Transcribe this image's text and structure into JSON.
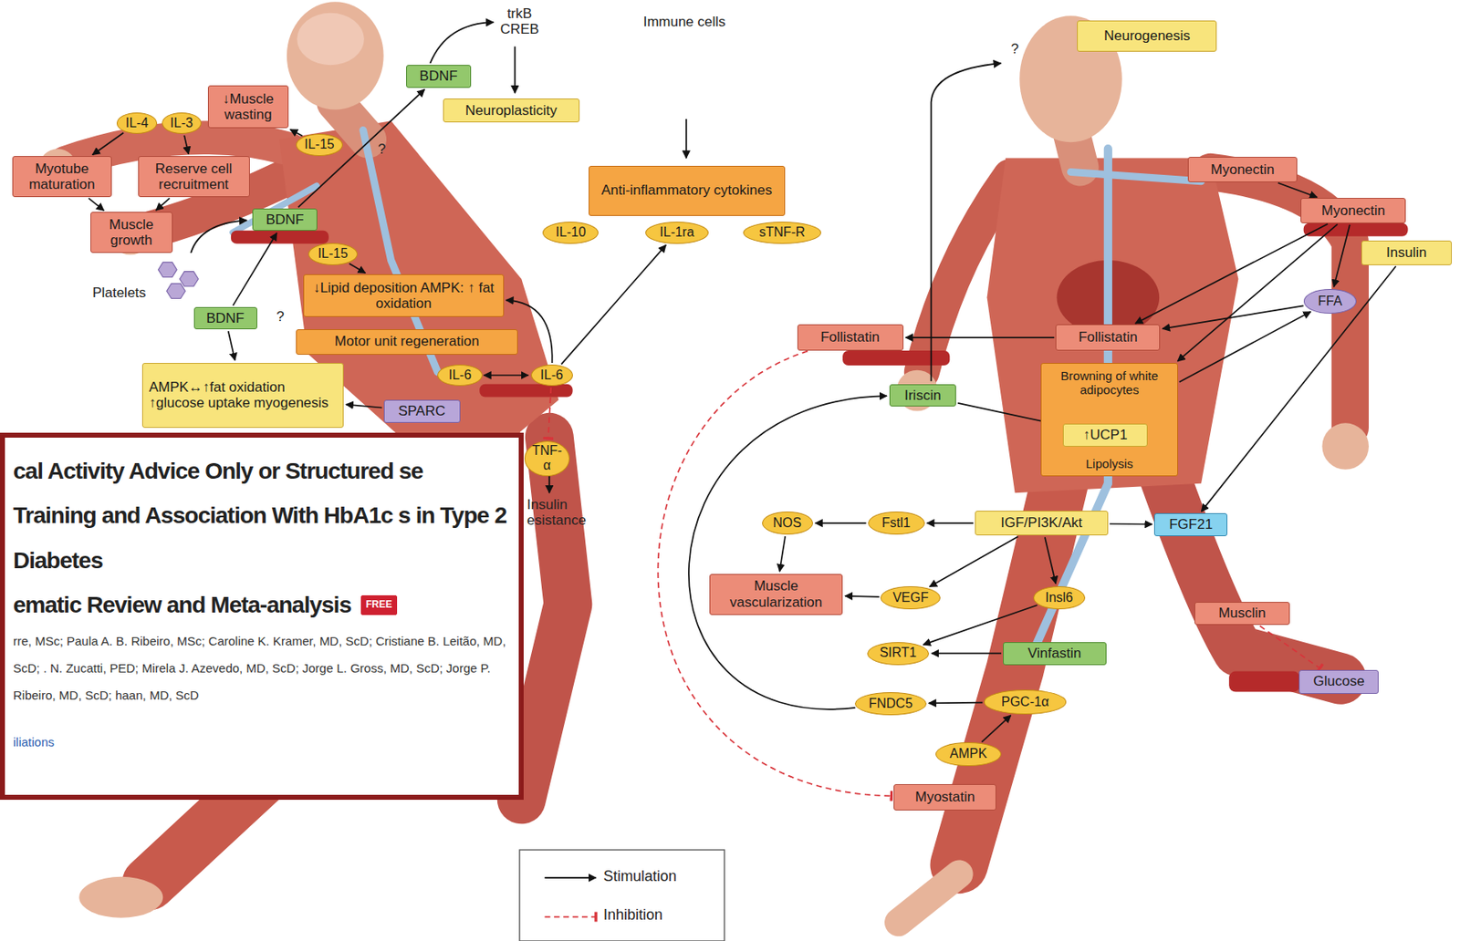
{
  "diagram": {
    "nodes": [
      {
        "text": [
          "BDNF"
        ]
      },
      {
        "text": [
          "Neuroplasticity"
        ]
      },
      {
        "text": [
          "↓Muscle wasting"
        ]
      },
      {
        "text": [
          "IL-4"
        ]
      },
      {
        "text": [
          "IL-3"
        ]
      },
      {
        "text": [
          "IL-15"
        ]
      },
      {
        "text": [
          "Myotube maturation"
        ]
      },
      {
        "text": [
          "Reserve cell recruitment"
        ]
      },
      {
        "text": [
          "Muscle growth"
        ]
      },
      {
        "text": [
          "BDNF"
        ]
      },
      {
        "text": [
          "IL-15"
        ]
      },
      {
        "text": [
          "BDNF"
        ]
      },
      {
        "text": [
          "↓Lipid deposition AMPK: ↑ fat oxidation"
        ]
      },
      {
        "text": [
          "Motor unit regeneration"
        ]
      },
      {
        "text": [
          "AMPK↔↑fat oxidation ↑glucose uptake myogenesis"
        ]
      },
      {
        "text": [
          "IL-6"
        ]
      },
      {
        "text": [
          "IL-6"
        ]
      },
      {
        "text": [
          "SPARC"
        ]
      },
      {
        "text": [
          "TNF-α"
        ]
      },
      {
        "text": [
          "Anti-inflammatory cytokines"
        ]
      },
      {
        "text": [
          "IL-10"
        ]
      },
      {
        "text": [
          "IL-1ra"
        ]
      },
      {
        "text": [
          "sTNF-R"
        ]
      },
      {
        "text": [
          "cal Activity Advice Only or Structured se Training and Association With HbA1c s in Type 2 Diabetes",
          "ematic Review and Meta-analysis",
          "rre, MSc; Paula A. B. Ribeiro, MSc; Caroline K. Kramer, MD, ScD; Cristiane B. Leitão, MD, ScD; . N. Zucatti, PED; Mirela J. Azevedo, MD, ScD; Jorge L. Gross, MD, ScD; Jorge P. Ribeiro, MD, ScD; haan, MD, ScD",
          "iliations"
        ]
      },
      {
        "text": [
          "FREE"
        ],
        "in": 23
      },
      {
        "text": [
          "Neurogenesis"
        ]
      },
      {
        "text": [
          "Myonectin"
        ]
      },
      {
        "text": [
          "Myonectin"
        ]
      },
      {
        "text": [
          "Insulin"
        ]
      },
      {
        "text": [
          "FFA"
        ]
      },
      {
        "text": [
          "Follistatin"
        ]
      },
      {
        "text": [
          "Follistatin"
        ]
      },
      {
        "text": [
          "Browning of white adipocytes",
          "Lipolysis"
        ]
      },
      {
        "text": [
          "↑UCP1"
        ],
        "in": 32
      },
      {
        "text": [
          "Iriscin"
        ]
      },
      {
        "text": [
          "NOS"
        ]
      },
      {
        "text": [
          "Fstl1"
        ]
      },
      {
        "text": [
          "IGF/PI3K/Akt"
        ]
      },
      {
        "text": [
          "FGF21"
        ]
      },
      {
        "text": [
          "Muscle vascularization"
        ]
      },
      {
        "text": [
          "VEGF"
        ]
      },
      {
        "text": [
          "Insl6"
        ]
      },
      {
        "text": [
          "Musclin"
        ]
      },
      {
        "text": [
          "SIRT1"
        ]
      },
      {
        "text": [
          "Vinfastin"
        ]
      },
      {
        "text": [
          "Glucose"
        ]
      },
      {
        "text": [
          "FNDC5"
        ]
      },
      {
        "text": [
          "PGC-1α"
        ]
      },
      {
        "text": [
          "AMPK"
        ]
      },
      {
        "text": [
          "Myostatin"
        ]
      }
    ],
    "edges": [
      {
        "from": 9,
        "to": 0,
        "arrow": "to"
      },
      {
        "from": 5,
        "to": 2,
        "arrow": "to"
      },
      {
        "from": 3,
        "to": 6,
        "arrow": "to"
      },
      {
        "from": 4,
        "to": 7,
        "arrow": "to"
      },
      {
        "from": 6,
        "to": 8,
        "arrow": "to"
      },
      {
        "from": 7,
        "to": 8,
        "arrow": "to"
      },
      {
        "from": 11,
        "to": 9,
        "arrow": "to"
      },
      {
        "from": 11,
        "to": 14,
        "arrow": "to"
      },
      {
        "from": 10,
        "to": 12,
        "arrow": "to"
      },
      {
        "from": 16,
        "to": 12,
        "arrow": "to"
      },
      {
        "from": 16,
        "to": 21,
        "arrow": "to"
      },
      {
        "from": 15,
        "to": 16,
        "arrow": "both"
      },
      {
        "from": 16,
        "to": 18,
        "arrow": "to"
      },
      {
        "from": 17,
        "to": 14,
        "arrow": "to"
      },
      {
        "from": 26,
        "to": 27,
        "arrow": "to"
      },
      {
        "from": 27,
        "to": 31,
        "arrow": "to"
      },
      {
        "from": 27,
        "to": 32,
        "arrow": "to"
      },
      {
        "from": 27,
        "to": 29,
        "arrow": "to"
      },
      {
        "from": 28,
        "to": 38,
        "arrow": "to"
      },
      {
        "from": 29,
        "to": 31,
        "arrow": "to"
      },
      {
        "from": 32,
        "to": 29,
        "arrow": "to"
      },
      {
        "from": 31,
        "to": 30,
        "arrow": "to"
      },
      {
        "from": 30,
        "to": 49,
        "arrow": "to"
      },
      {
        "from": 46,
        "to": 34,
        "arrow": "to"
      },
      {
        "from": 34,
        "to": 33,
        "arrow": "to"
      },
      {
        "from": 36,
        "to": 35,
        "arrow": "to"
      },
      {
        "from": 35,
        "to": 39,
        "arrow": "to"
      },
      {
        "from": 37,
        "to": 36,
        "arrow": "to"
      },
      {
        "from": 37,
        "to": 40,
        "arrow": "to"
      },
      {
        "from": 40,
        "to": 39,
        "arrow": "to"
      },
      {
        "from": 37,
        "to": 38,
        "arrow": "to"
      },
      {
        "from": 37,
        "to": 41,
        "arrow": "to"
      },
      {
        "from": 41,
        "to": 43,
        "arrow": "to"
      },
      {
        "from": 44,
        "to": 43,
        "arrow": "to"
      },
      {
        "from": 47,
        "to": 46,
        "arrow": "to"
      },
      {
        "from": 48,
        "to": 47,
        "arrow": "to"
      },
      {
        "from": 42,
        "to": 45,
        "arrow": "to"
      }
    ],
    "labels": [
      "trkB CREB",
      "Immune cells",
      "?",
      "Platelets",
      "?",
      "Insulin esistance",
      "?"
    ],
    "legend": [
      {
        "text": "Stimulation"
      },
      {
        "text": "Inhibition"
      }
    ]
  }
}
